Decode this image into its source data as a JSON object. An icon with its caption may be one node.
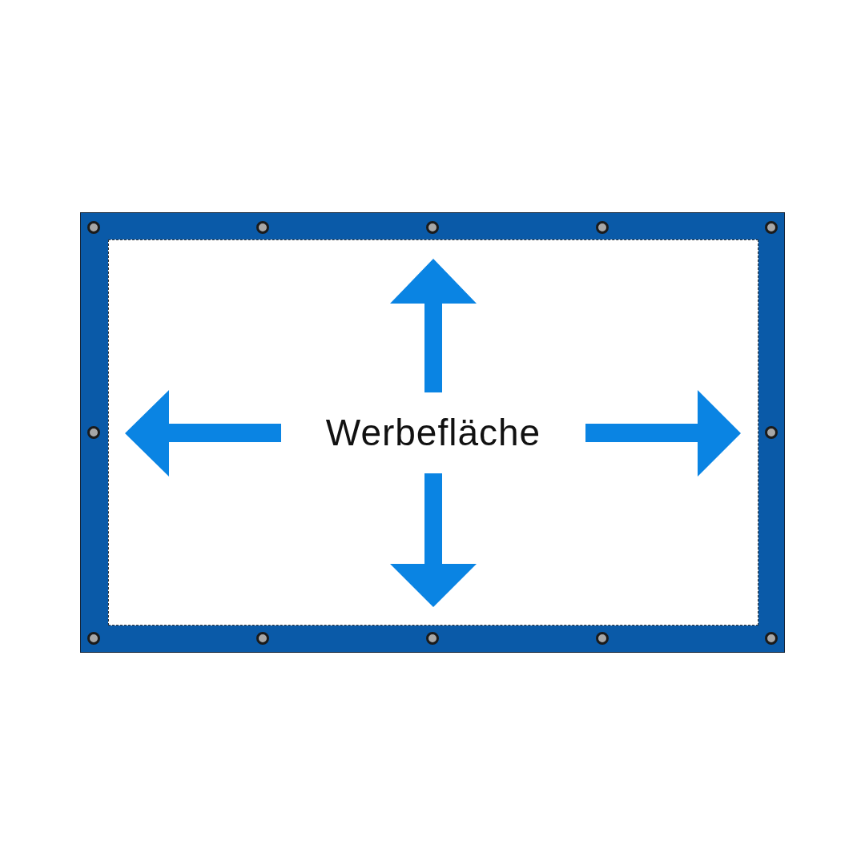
{
  "diagram": {
    "nodes": [
      {
        "text": [],
        "shape": "box"
      },
      {
        "text": [
          "Werbefläche"
        ],
        "in": 0
      }
    ]
  }
}
